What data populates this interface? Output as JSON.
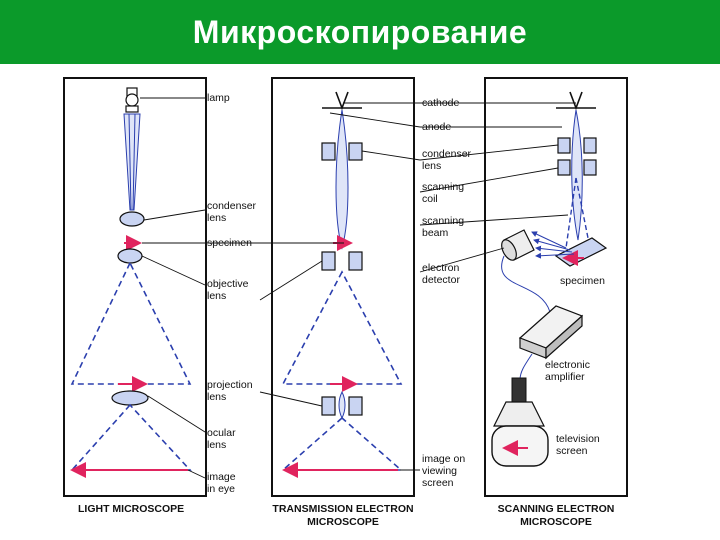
{
  "title": "Микроскопирование",
  "colors": {
    "title_bg": "#0b9a2a",
    "beam": "#2b3fae",
    "arrow": "#e0245e",
    "lens": "#c9d4f2"
  },
  "labels": {
    "lamp": "lamp",
    "condenser_lens_1": "condenser",
    "condenser_lens_2": "lens",
    "specimen": "specimen",
    "objective_lens_1": "objective",
    "objective_lens_2": "lens",
    "projection_lens_1": "projection",
    "projection_lens_2": "lens",
    "ocular_lens_1": "ocular",
    "ocular_lens_2": "lens",
    "image_in_eye_1": "image",
    "image_in_eye_2": "in eye",
    "cathode": "cathode",
    "anode": "anode",
    "sem_condenser_1": "condenser",
    "sem_condenser_2": "lens",
    "scanning_coil_1": "scanning",
    "scanning_coil_2": "coil",
    "scanning_beam_1": "scanning",
    "scanning_beam_2": "beam",
    "electron_detector_1": "electron",
    "electron_detector_2": "detector",
    "sem_specimen": "specimen",
    "electronic_amplifier_1": "electronic",
    "electronic_amplifier_2": "amplifier",
    "television_screen_1": "television",
    "television_screen_2": "screen",
    "image_on_screen_1": "image on",
    "image_on_screen_2": "viewing",
    "image_on_screen_3": "screen"
  },
  "captions": {
    "light": "LIGHT MICROSCOPE",
    "tem_1": "TRANSMISSION ELECTRON",
    "tem_2": "MICROSCOPE",
    "sem_1": "SCANNING ELECTRON",
    "sem_2": "MICROSCOPE"
  }
}
